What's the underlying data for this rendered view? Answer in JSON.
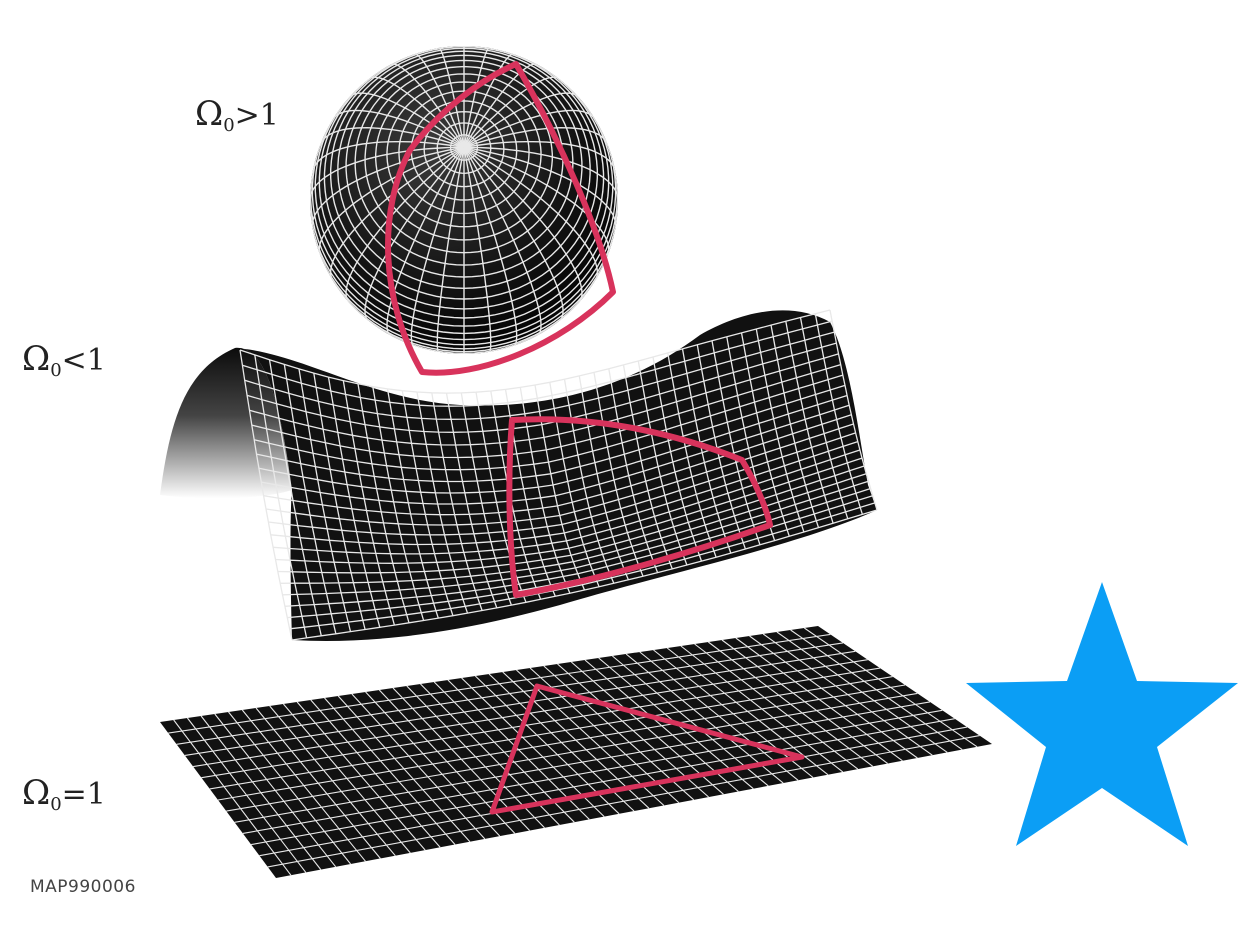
{
  "labels": {
    "closed": {
      "symbol": "Ω",
      "subscript": "0",
      "relation": ">1"
    },
    "open": {
      "symbol": "Ω",
      "subscript": "0",
      "relation": "<1"
    },
    "flat": {
      "symbol": "Ω",
      "subscript": "0",
      "relation": "=1"
    }
  },
  "credit": "MAP990006",
  "colors": {
    "surface": "#111111",
    "grid": "#e8e8e8",
    "triangle": "#d8335c",
    "star": "#0b9ef5",
    "background": "#ffffff"
  }
}
